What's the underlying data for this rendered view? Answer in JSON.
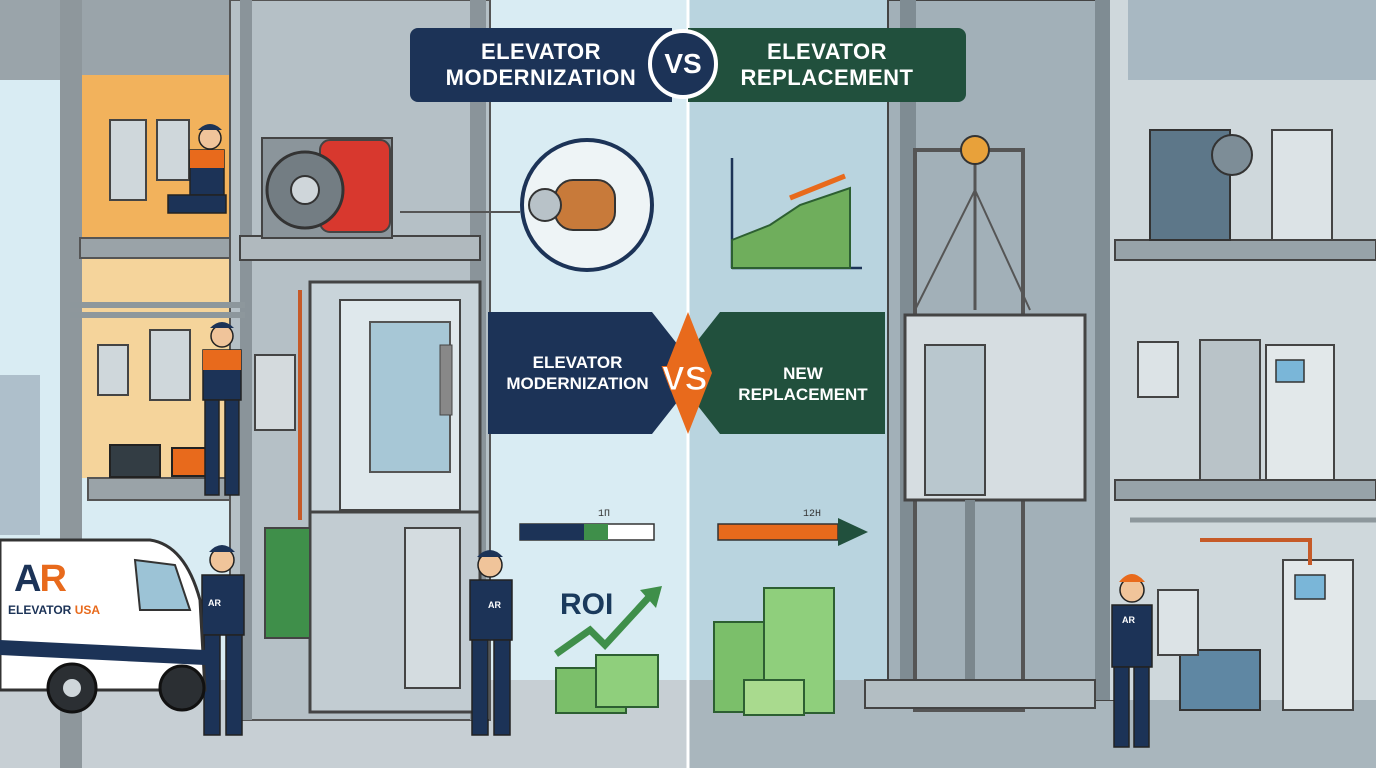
{
  "banner": {
    "left_line1": "ELEVATOR",
    "left_line2": "MODERNIZATION",
    "vs": "VS",
    "right_line1": "ELEVATOR",
    "right_line2": "REPLACEMENT"
  },
  "arrows": {
    "left_line1": "ELEVATOR",
    "left_line2": "MODERNIZATION",
    "vs": "VS",
    "right_line1": "NEW",
    "right_line2": "REPLACEMENT"
  },
  "timelines": {
    "left_label": "1П",
    "right_label": "12Н"
  },
  "roi_label": "ROI",
  "van": {
    "logo_a": "A",
    "logo_r": "R",
    "sub_main": "ELEVATOR ",
    "sub_accent": "USA"
  },
  "uniform_badge": "AR",
  "colors": {
    "navy": "#1c3357",
    "green": "#21503d",
    "orange": "#e86a1c",
    "money_green": "#3f8f4a"
  }
}
